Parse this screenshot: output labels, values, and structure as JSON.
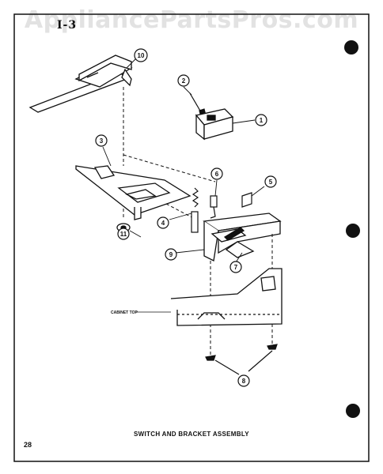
{
  "watermark": "AppliancePartsPros.com",
  "section_id": "I-3",
  "caption": "SWITCH AND BRACKET ASSEMBLY",
  "page_number": "28",
  "labels": {
    "cabinet_top": "CABINET TOP"
  },
  "callouts": [
    "1",
    "2",
    "3",
    "4",
    "5",
    "6",
    "7",
    "8",
    "9",
    "10",
    "11"
  ]
}
